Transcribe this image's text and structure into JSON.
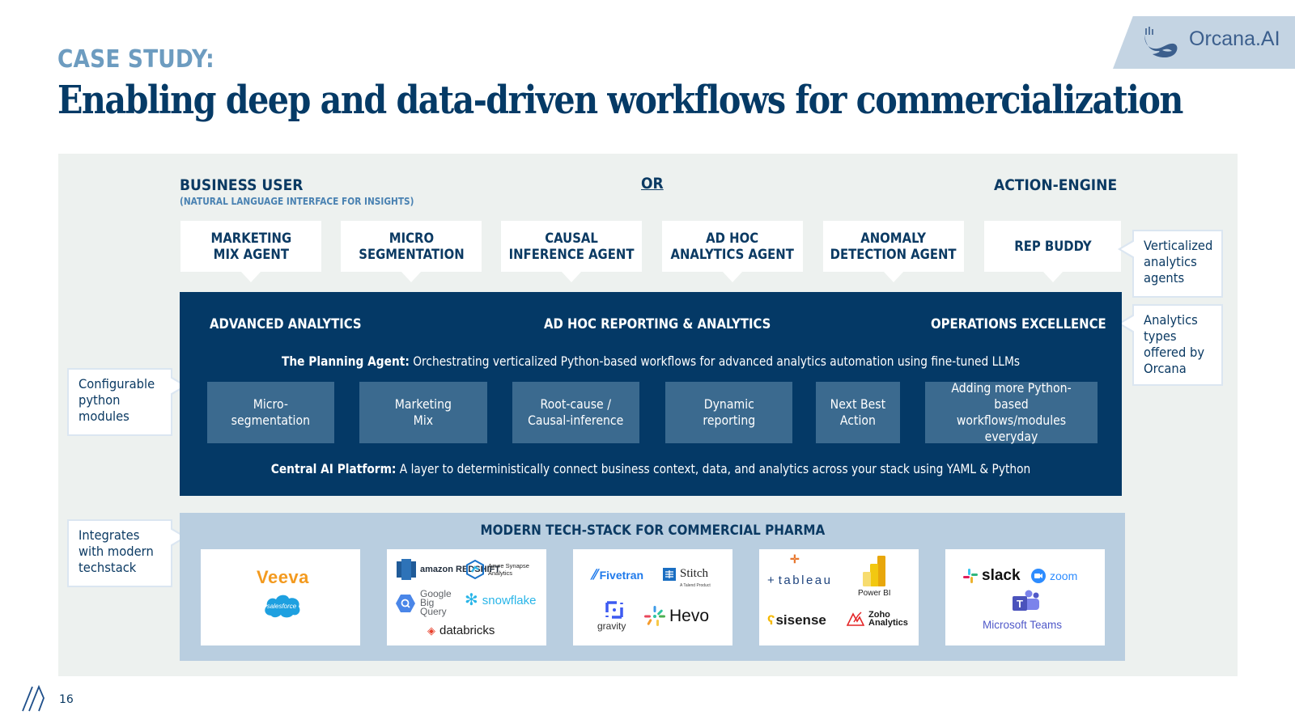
{
  "header": {
    "eyebrow": "CASE STUDY:",
    "title": "Enabling deep and data-driven workflows for commercialization"
  },
  "brand": {
    "name": "Orcana.AI",
    "icon": "orca-whale-icon",
    "tab_color": "#c4d4e3"
  },
  "top_labels": {
    "business_user": "BUSINESS USER",
    "business_user_sub": "(NATURAL LANGUAGE INTERFACE FOR INSIGHTS)",
    "or": "OR",
    "action_engine": "ACTION-ENGINE"
  },
  "agents": [
    {
      "label": "MARKETING\nMIX AGENT"
    },
    {
      "label": "MICRO\nSEGMENTATION"
    },
    {
      "label": "CAUSAL\nINFERENCE AGENT"
    },
    {
      "label": "AD HOC\nANALYTICS AGENT"
    },
    {
      "label": "ANOMALY\nDETECTION AGENT"
    },
    {
      "label": "REP BUDDY"
    }
  ],
  "callouts": {
    "verticalized": "Verticalized\nanalytics\nagents",
    "analytics_types": "Analytics\ntypes\noffered by\nOrcana",
    "configurable": "Configurable\npython\nmodules",
    "integrates": "Integrates\nwith modern\ntechstack"
  },
  "platform": {
    "analytics_types": [
      "ADVANCED ANALYTICS",
      "AD HOC REPORTING & ANALYTICS",
      "OPERATIONS EXCELLENCE"
    ],
    "planning_agent_label": "The Planning Agent:",
    "planning_agent_text": " Orchestrating verticalized Python-based workflows for advanced analytics automation using fine-tuned LLMs",
    "modules": [
      {
        "label": "Micro-\nsegmentation"
      },
      {
        "label": "Marketing\nMix"
      },
      {
        "label": "Root-cause /\nCausal-inference"
      },
      {
        "label": "Dynamic\nreporting"
      },
      {
        "label": "Next Best\nAction"
      },
      {
        "label": "Adding more Python-based\nworkflows/modules\neveryday"
      }
    ],
    "central_label": "Central AI Platform:",
    "central_text": " A layer to deterministically connect business context, data, and analytics across your stack using YAML & Python",
    "bg_color": "#043966",
    "module_color": "#3b6a8f"
  },
  "techstack": {
    "title": "MODERN TECH-STACK FOR COMMERCIAL PHARMA",
    "groups": [
      {
        "name": "crm",
        "logos": [
          "Veeva",
          "salesforce"
        ]
      },
      {
        "name": "data-warehouse",
        "logos": [
          "amazon REDSHIFT",
          "Azure Synapse Analytics",
          "Google Big Query",
          "snowflake",
          "databricks"
        ]
      },
      {
        "name": "data-integration",
        "logos": [
          "Fivetran",
          "Stitch",
          "A Talend Product",
          "gravity",
          "Hevo"
        ]
      },
      {
        "name": "bi",
        "logos": [
          "tableau",
          "Power BI",
          "sisense",
          "Zoho Analytics"
        ]
      },
      {
        "name": "collaboration",
        "logos": [
          "slack",
          "zoom",
          "Microsoft Teams"
        ]
      }
    ],
    "bg_color": "#b9cee0"
  },
  "footer": {
    "page_number": "16",
    "icon": "slash-mark-icon"
  }
}
